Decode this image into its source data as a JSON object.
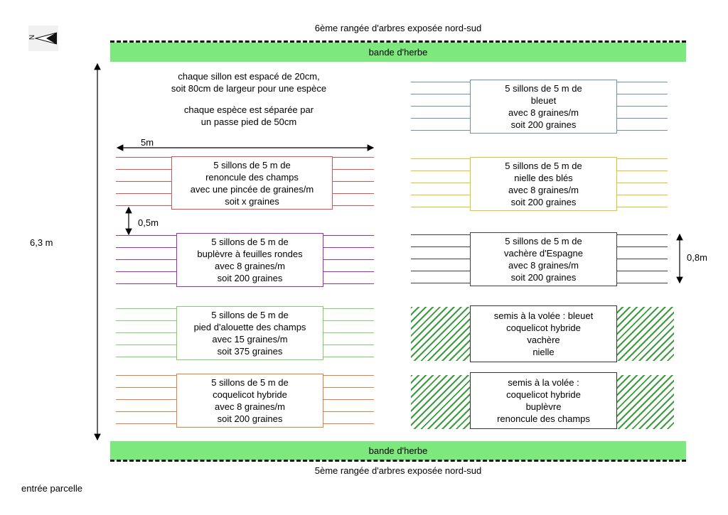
{
  "header": {
    "north_label": "N",
    "top_row": "6ème rangée d'arbres exposée nord-sud",
    "bottom_row": "5ème rangée d'arbres exposée nord-sud",
    "grass_band": "bande d'herbe",
    "entrance": "entrée parcelle"
  },
  "notes": {
    "line1": "chaque sillon est espacé de 20cm,",
    "line2": "soit 80cm de largeur pour une espèce",
    "line3": "chaque espèce est séparée par",
    "line4": "un passe pied de 50cm"
  },
  "dimensions": {
    "width": "5m",
    "gap": "0,5m",
    "total_height": "6,3 m",
    "plot_height": "0,8m"
  },
  "colors": {
    "grass": "#7de87d",
    "renoncule": "#e05050",
    "bupleve": "#9b30b0",
    "pied_alouette": "#7fcf6f",
    "coquelicot": "#e08040",
    "bleuet": "#6a90c0",
    "nielle": "#e8c020",
    "vachere": "#404040",
    "hatch": "#3c9b3c"
  },
  "plots": {
    "renoncule": [
      "5 sillons de 5 m de",
      "renoncule des champs",
      "avec une pincée de graines/m",
      "soit x graines"
    ],
    "bupleve": [
      "5 sillons de 5 m de",
      "buplèvre à feuilles rondes",
      "avec 8 graines/m",
      "soit 200 graines"
    ],
    "pied_alouette": [
      "5 sillons de 5 m de",
      "pied d'alouette des champs",
      "avec 15 graines/m",
      "soit 375 graines"
    ],
    "coquelicot": [
      "5 sillons de 5 m de",
      "coquelicot hybride",
      "avec 8 graines/m",
      "soit 200 graines"
    ],
    "bleuet": [
      "5 sillons de 5 m de",
      "bleuet",
      "avec 8 graines/m",
      "soit 200 graines"
    ],
    "nielle": [
      "5 sillons de 5 m de",
      "nielle des blés",
      "avec 8 graines/m",
      "soit 200 graines"
    ],
    "vachere": [
      "5 sillons de 5 m de",
      "vachère d'Espagne",
      "avec 8 graines/m",
      "soit 200 graines"
    ],
    "volee1": [
      "semis à la volée : bleuet",
      "coquelicot hybride",
      "vachère",
      "nielle"
    ],
    "volee2": [
      "semis à la volée :",
      "coquelicot hybride",
      "buplèvre",
      "renoncule des champs"
    ]
  }
}
